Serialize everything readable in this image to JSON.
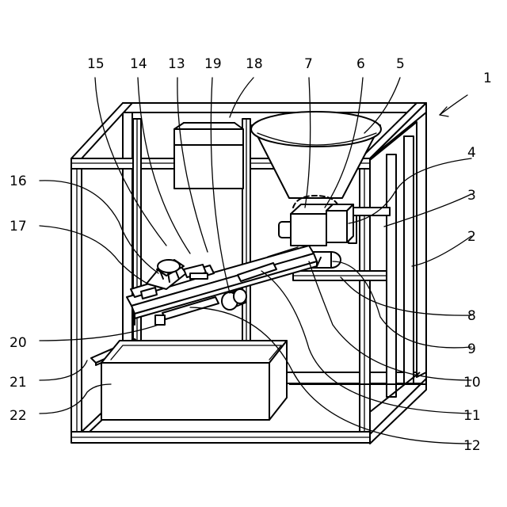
{
  "labels": {
    "l1": "1",
    "l2": "2",
    "l3": "3",
    "l4": "4",
    "l5": "5",
    "l6": "6",
    "l7": "7",
    "l8": "8",
    "l9": "9",
    "l10": "10",
    "l11": "11",
    "l12": "12",
    "l13": "13",
    "l14": "14",
    "l15": "15",
    "l16": "16",
    "l17": "17",
    "l18": "18",
    "l19": "19",
    "l20": "20",
    "l21": "21",
    "l22": "22"
  }
}
